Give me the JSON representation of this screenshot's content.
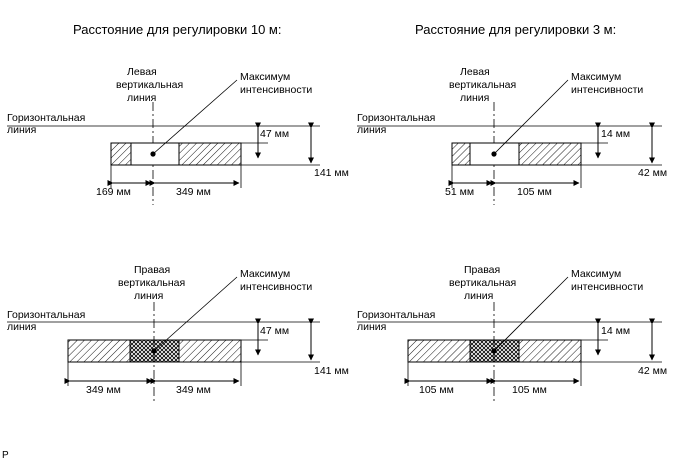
{
  "panels": {
    "top_left": {
      "heading": "Расстояние для регулировки 10 м:",
      "vertical_label_1": "Левая",
      "vertical_label_2": "вертикальная",
      "vertical_label_3": "линия",
      "max_label_1": "Максимум",
      "max_label_2": "интенсивности",
      "horizontal_label_1": "Горизонтальная",
      "horizontal_label_2": "линия",
      "dim_short": "47 мм",
      "dim_long": "141 мм",
      "dim_left": "169 мм",
      "dim_right": "349 мм"
    },
    "top_right": {
      "heading": "Расстояние для регулировки 3 м:",
      "vertical_label_1": "Левая",
      "vertical_label_2": "вертикальная",
      "vertical_label_3": "линия",
      "max_label_1": "Максимум",
      "max_label_2": "интенсивности",
      "horizontal_label_1": "Горизонтальная",
      "horizontal_label_2": "линия",
      "dim_short": "14 мм",
      "dim_long": "42 мм",
      "dim_left": "51 мм",
      "dim_right": "105 мм"
    },
    "bottom_left": {
      "vertical_label_1": "Правая",
      "vertical_label_2": "вертикальная",
      "vertical_label_3": "линия",
      "max_label_1": "Максимум",
      "max_label_2": "интенсивности",
      "horizontal_label_1": "Горизонтальная",
      "horizontal_label_2": "линия",
      "dim_short": "47 мм",
      "dim_long": "141 мм",
      "dim_left": "349 мм",
      "dim_right": "349 мм"
    },
    "bottom_right": {
      "vertical_label_1": "Правая",
      "vertical_label_2": "вертикальная",
      "vertical_label_3": "линия",
      "max_label_1": "Максимум",
      "max_label_2": "интенсивности",
      "horizontal_label_1": "Горизонтальная",
      "horizontal_label_2": "линия",
      "dim_short": "14 мм",
      "dim_long": "42 мм",
      "dim_left": "105 мм",
      "dim_right": "105 мм"
    }
  },
  "corner_mark": "P"
}
